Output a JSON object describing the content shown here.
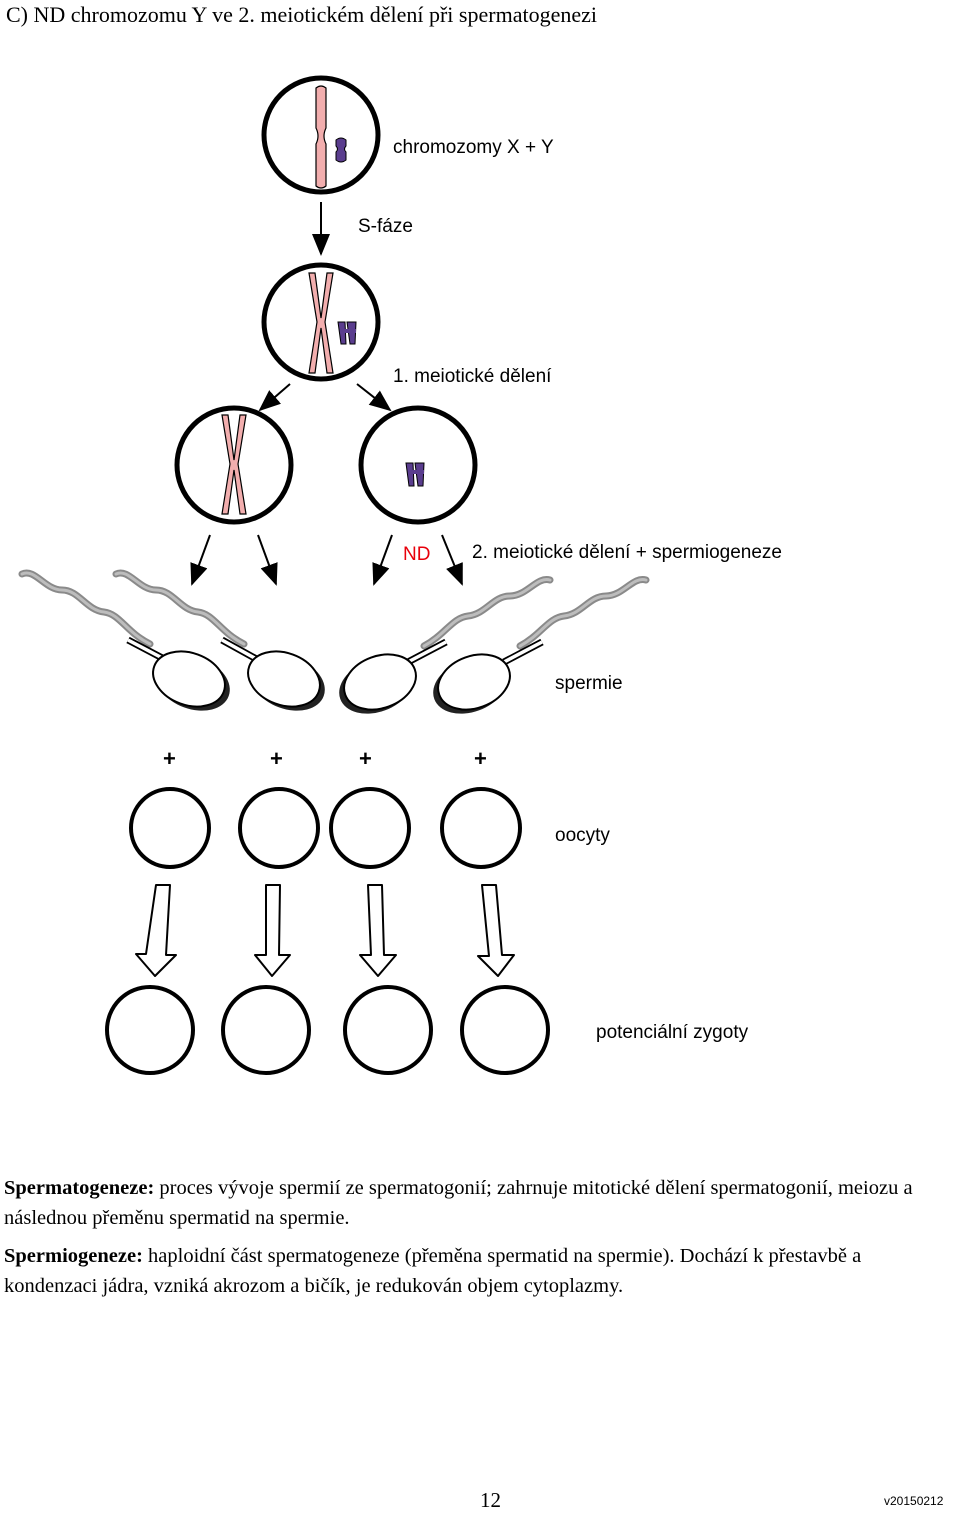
{
  "heading": "C) ND chromozomu Y ve 2. meiotickém dělení při spermatogenezi",
  "diagram": {
    "chromosomes_label": "chromozomy  X + Y",
    "s_phase_label": "S-fáze",
    "meiosis1_label": "1. meiotické dělení",
    "nd_label": "ND",
    "meiosis2_label": "2. meiotické dělení + spermiogeneze",
    "sperm_label": "spermie",
    "plus_sign": "+",
    "oocytes_label": "oocyty",
    "zygotes_label": "potenciální zygoty",
    "colors": {
      "x_chromosome": "#f2aeae",
      "y_chromosome": "#5a3d8e",
      "nd_text": "#e8000b",
      "outline": "#000000",
      "tail": "#9a9a9a"
    }
  },
  "definitions": [
    {
      "term": "Spermatogeneze:",
      "text": " proces vývoje spermií ze spermatogonií; zahrnuje mitotické dělení spermatogonií, meiozu a následnou přeměnu spermatid na spermie."
    },
    {
      "term": "Spermiogeneze:",
      "text": " haploidní část spermatogeneze (přeměna spermatid na spermie). Dochází k přestavbě a kondenzaci jádra, vzniká akrozom a bičík, je redukován objem cytoplazmy."
    }
  ],
  "footer": {
    "page_number": "12",
    "version": "v20150212"
  }
}
